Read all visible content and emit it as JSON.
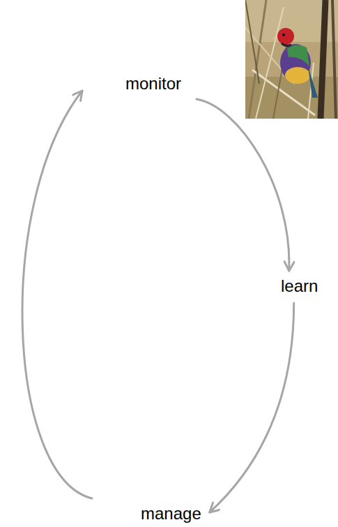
{
  "diagram": {
    "nodes": [
      {
        "text": [
          "monitor"
        ]
      },
      {
        "text": [
          "learn"
        ]
      },
      {
        "text": [
          "manage"
        ]
      }
    ],
    "edges": [
      {
        "from": 0,
        "to": 1,
        "arrow": "to"
      },
      {
        "from": 1,
        "to": 2,
        "arrow": "to"
      },
      {
        "from": 2,
        "to": 0,
        "arrow": "to"
      }
    ]
  }
}
